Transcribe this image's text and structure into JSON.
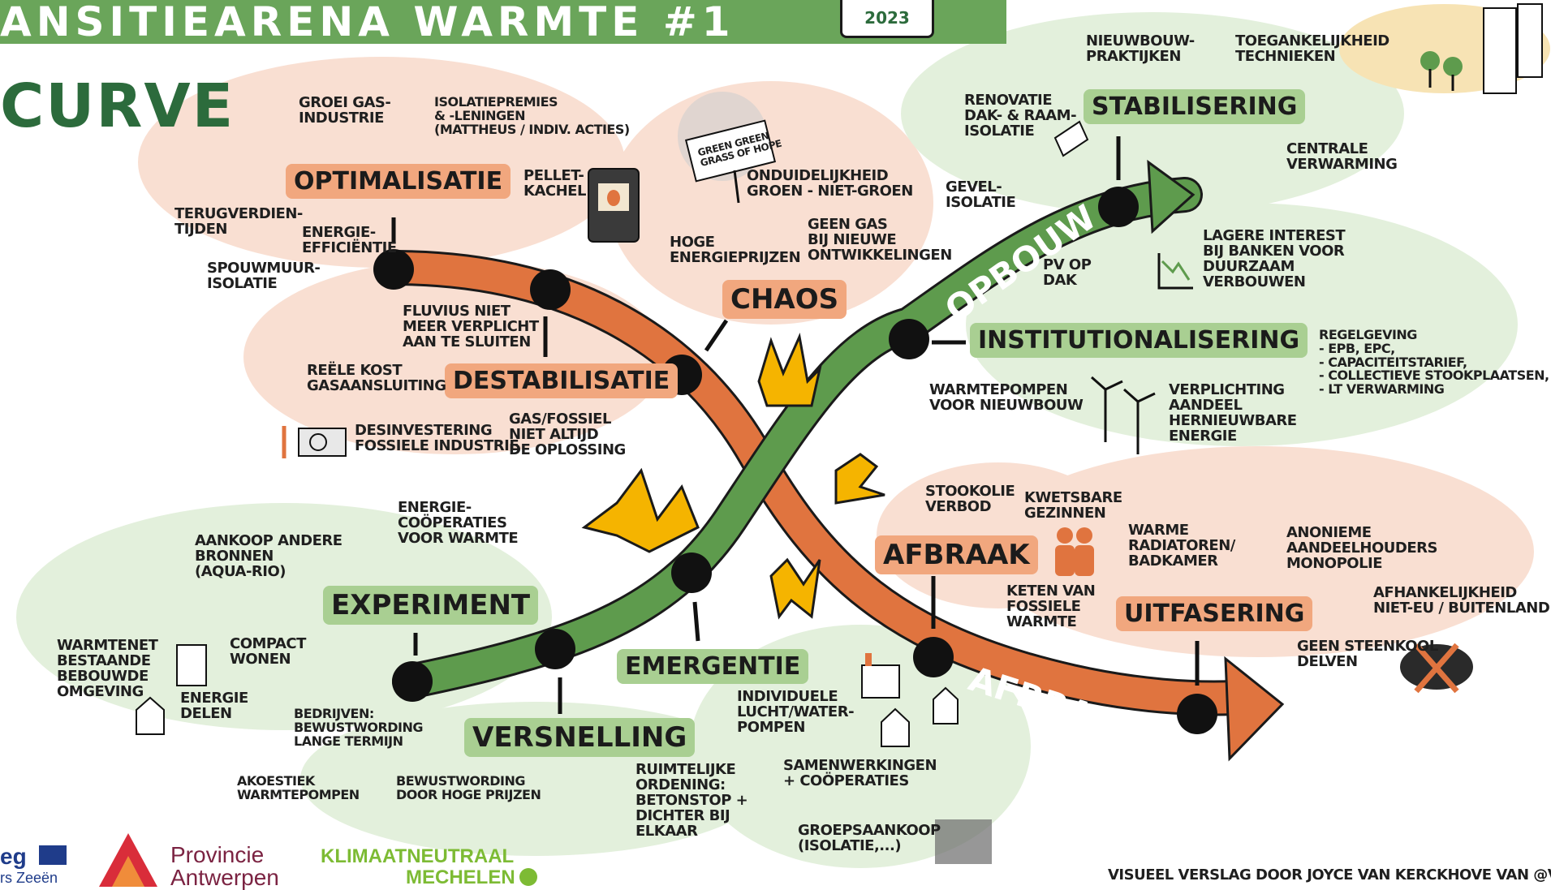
{
  "header": {
    "title": "ANSITIEARENA WARMTE #1",
    "badge_year": "2023",
    "subtitle": "CURVE"
  },
  "colors": {
    "green": "#5e9b4d",
    "orange": "#e0743f",
    "green_cloud": "#e3f0dc",
    "orange_cloud": "#f9dfd2",
    "chaos_yellow": "#f5b400"
  },
  "curves": {
    "rising_label": "OPBOUW",
    "falling_label": "AFBRAAK"
  },
  "phases": {
    "optimalisatie": "OPTIMALISATIE",
    "destabilisatie": "DESTABILISATIE",
    "chaos": "CHAOS",
    "stabilisering": "STABILISERING",
    "institutionalisering": "INSTITUTIONALISERING",
    "afbraak": "AFBRAAK",
    "uitfasering": "UITFASERING",
    "experiment": "EXPERIMENT",
    "versnelling": "VERSNELLING",
    "emergentie": "EMERGENTIE"
  },
  "notes": {
    "groei_gas": "GROEI GAS-\nINDUSTRIE",
    "isolatiepremies": "ISOLATIEPREMIES\n& -LENINGEN\n(MATTHEUS / INDIV. ACTIES)",
    "terugverdien": "TERUGVERDIEN-\nTIJDEN",
    "energie_eff": "ENERGIE-\nEFFICIËNTIE",
    "spouwmuur": "SPOUWMUUR-\nISOLATIE",
    "pellet": "PELLET-\nKACHEL",
    "fluvius": "FLUVIUS NIET\nMEER VERPLICHT\nAAN TE SLUITEN",
    "reele_kost": "REËLE KOST\nGASAANSLUITING",
    "desinvestering": "DESINVESTERING\nFOSSIELE INDUSTRIE",
    "gas_fossiel": "GAS/FOSSIEL\nNIET ALTIJD\nDE OPLOSSING",
    "sign": "GREEN GREEN\nGRASS OF HOPE",
    "onduidelijkheid": "ONDUIDELIJKHEID\nGROEN - NIET-GROEN",
    "hoge_prijzen": "HOGE\nENERGIEPRIJZEN",
    "geen_gas": "GEEN GAS\nBIJ NIEUWE\nONTWIKKELINGEN",
    "nieuwbouw": "NIEUWBOUW-\nPRAKTIJKEN",
    "toegankelijkheid": "TOEGANKELIJKHEID\nTECHNIEKEN",
    "renovatie": "RENOVATIE\nDAK- & RAAM-\nISOLATIE",
    "centrale": "CENTRALE\nVERWARMING",
    "gevel": "GEVEL-\nISOLATIE",
    "pv": "PV OP\nDAK",
    "lagere_interest": "LAGERE INTEREST\nBIJ BANKEN VOOR\nDUURZAAM\nVERBOUWEN",
    "regelgeving": "REGELGEVING\n- EPB, EPC,\n- CAPACITEITSTARIEF,\n- COLLECTIEVE STOOKPLAATSEN,\n- LT VERWARMING",
    "warmtepompen_nb": "WARMTEPOMPEN\nVOOR NIEUWBOUW",
    "verplichting": "VERPLICHTING\nAANDEEL\nHERNIEUWBARE\nENERGIE",
    "stookolie": "STOOKOLIE\nVERBOD",
    "kwetsbare": "KWETSBARE\nGEZINNEN",
    "keten": "KETEN VAN\nFOSSIELE\nWARMTE",
    "warme_radiatoren": "WARME\nRADIATOREN/\nBADKAMER",
    "anonieme": "ANONIEME\nAANDEELHOUDERS\nMONOPOLIE",
    "afhankelijkheid": "AFHANKELIJKHEID\nNIET-EU / BUITENLAND",
    "steenkool": "GEEN STEENKOOL\nDELVEN",
    "energiecooperaties": "ENERGIE-\nCOÖPERATIES\nVOOR WARMTE",
    "aankoop": "AANKOOP ANDERE\nBRONNEN\n(AQUA-RIO)",
    "warmtenet": "WARMTENET\nBESTAANDE\nBEBOUWDE\nOMGEVING",
    "compact": "COMPACT\nWONEN",
    "energie_delen": "ENERGIE\nDELEN",
    "bedrijven": "BEDRIJVEN:\nBEWUSTWORDING\nLANGE TERMIJN",
    "akoestiek": "AKOESTIEK\nWARMTEPOMPEN",
    "bewustwording": "BEWUSTWORDING\nDOOR HOGE PRIJZEN",
    "ruimtelijke": "RUIMTELIJKE\nORDENING:\nBETONSTOP +\nDICHTER BIJ\nELKAAR",
    "individuele": "INDIVIDUELE\nLUCHT/WATER-\nPOMPEN",
    "samenwerkingen": "SAMENWERKINGEN\n+ COÖPERATIES",
    "groepsaankoop": "GROEPSAANKOOP\n(ISOLATIE,...)"
  },
  "footer": {
    "interreg": "eg",
    "interreg_sub": "rs Zeeën",
    "provincie_line1": "Provincie",
    "provincie_line2": "Antwerpen",
    "klimaat_line1": "KLIMAATNEUTRAAL",
    "klimaat_line2": "MECHELEN",
    "credit": "VISUEEL VERSLAG DOOR JOYCE VAN KERCKHOVE VAN @VISU"
  }
}
